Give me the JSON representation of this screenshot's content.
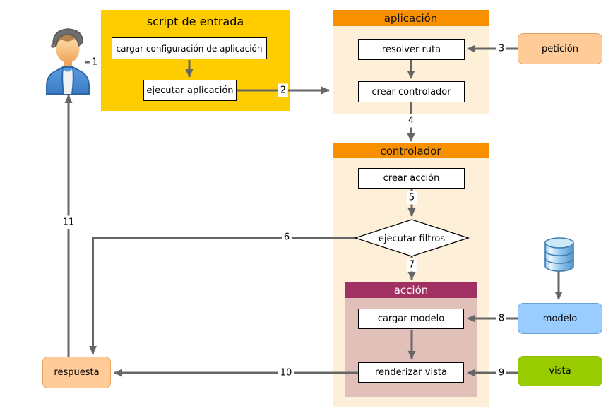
{
  "diagram": {
    "entry_script": {
      "title": "script de entrada",
      "step_load_config": "cargar configuración de aplicación",
      "step_run_app": "ejecutar aplicación"
    },
    "application": {
      "title": "aplicación",
      "step_resolve_route": "resolver ruta",
      "step_create_controller": "crear controlador"
    },
    "controller": {
      "title": "controlador",
      "step_create_action": "crear acción",
      "step_run_filters": "ejecutar filtros",
      "action": {
        "title": "acción",
        "step_load_model": "cargar modelo",
        "step_render_view": "renderizar vista"
      }
    },
    "terminals": {
      "request": "petición",
      "response": "respuesta",
      "model": "modelo",
      "view": "vista"
    },
    "flow_numbers": {
      "n1": "1",
      "n2": "2",
      "n3": "3",
      "n4": "4",
      "n5": "5",
      "n6": "6",
      "n7": "7",
      "n8": "8",
      "n9": "9",
      "n10": "10",
      "n11": "11"
    },
    "icons": {
      "actor": "user-icon",
      "datastore": "database-icon"
    },
    "colors": {
      "entry_block": "#FFCC00",
      "header_orange": "#F99000",
      "panel_cream": "#FEEFD8",
      "action_header": "#A23163",
      "action_body": "#E2C0BA",
      "request_response_fill": "#FFCC99",
      "request_response_border": "#E8A25E",
      "model_fill": "#99CCFF",
      "model_border": "#6BA1DE",
      "view_fill": "#99CC00",
      "view_border": "#8CBB02",
      "arrow": "#666666"
    }
  }
}
